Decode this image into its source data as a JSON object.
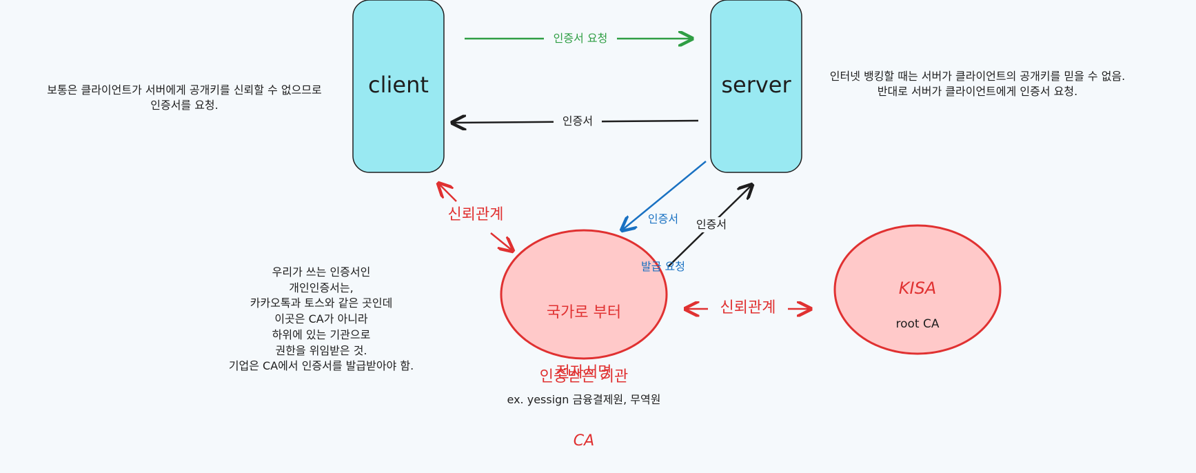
{
  "nodes": {
    "client": {
      "label": "client"
    },
    "server": {
      "label": "server"
    },
    "ca": {
      "label_lines": [
        "국가로 부터",
        "인증받은 기관",
        "CA"
      ]
    },
    "kisa": {
      "title": "KISA",
      "subtitle": "root CA"
    }
  },
  "edges": {
    "cert_request": "인증서 요청",
    "cert": "인증서",
    "issue_request_lines": [
      "인증서",
      "발급 요청"
    ],
    "cert_to_server": "인증서",
    "trust_client_ca": "신뢰관계",
    "trust_ca_kisa": "신뢰관계"
  },
  "notes": {
    "left_top": "보통은 클라이언트가 서버에게 공개키를 신뢰할 수 없으므로\n인증서를 요청.",
    "right_top": "인터넷 뱅킹할 때는 서버가 클라이언트의 공개키를 믿을 수 없음.\n반대로 서버가 클라이언트에게 인증서 요청.",
    "left_bottom": "우리가 쓰는 인증서인\n개인인증서는,\n카카오톡과 토스와 같은 곳인데\n이곳은 CA가 아니라\n하위에 있는 기관으로\n권한을 위임받은 것.\n기업은 CA에서 인증서를 발급받아야 함.",
    "digital_signature": "전자서명",
    "example": "ex. yessign 금융결제원, 무역원"
  },
  "colors": {
    "box_fill": "#99e9f2",
    "ellipse_fill": "#ffc9c9",
    "red": "#e03131",
    "green": "#2f9e44",
    "blue": "#1971c2",
    "dark": "#1e1e1e"
  }
}
